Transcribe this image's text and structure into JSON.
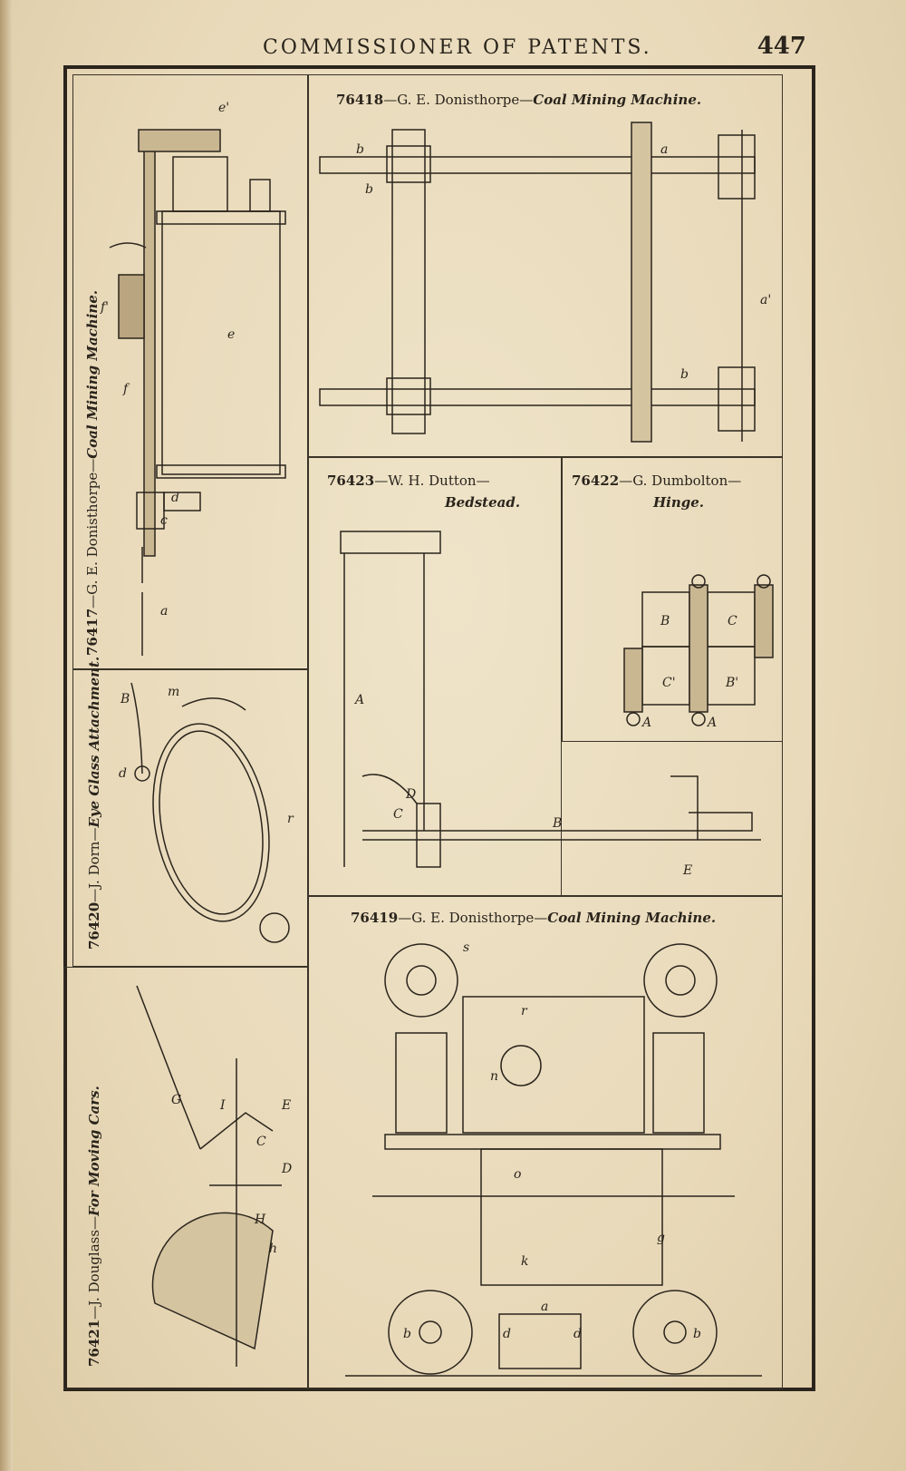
{
  "header": {
    "title": "COMMISSIONER OF PATENTS.",
    "page_number": "447"
  },
  "figures": [
    {
      "number": "76417",
      "inventor": "—G. E. Donisthorpe—",
      "subject": "Coal Mining Machine."
    },
    {
      "number": "76418",
      "inventor": "—G. E. Donisthorpe—",
      "subject": "Coal Mining Machine."
    },
    {
      "number": "76423",
      "inventor": "—W. H. Dutton—",
      "subject": "Bedstead."
    },
    {
      "number": "76422",
      "inventor": "—G. Dumbolton—",
      "subject": "Hinge."
    },
    {
      "number": "76420",
      "inventor": "—J. Dorn—",
      "subject": "Eye Glass Attachment."
    },
    {
      "number": "76419",
      "inventor": "—G. E. Donisthorpe—",
      "subject": "Coal Mining Machine."
    },
    {
      "number": "76421",
      "inventor": "—J. Douglass—",
      "subject": "For Moving Cars."
    }
  ],
  "labels": {
    "fig76417": [
      "e'",
      "f'",
      "e",
      "f",
      "d",
      "c",
      "a"
    ],
    "fig76418": [
      "b",
      "a",
      "b",
      "a'",
      "b"
    ],
    "fig76423": [
      "A",
      "D",
      "C",
      "B",
      "E"
    ],
    "fig76422": [
      "B",
      "C",
      "C'",
      "B'",
      "A",
      "A"
    ],
    "fig76420": [
      "m",
      "B",
      "d",
      "r"
    ],
    "fig76419": [
      "s",
      "r",
      "n",
      "o",
      "g",
      "k",
      "a",
      "b",
      "b",
      "d",
      "d"
    ],
    "fig76421": [
      "G",
      "I",
      "C",
      "E",
      "D",
      "H",
      "h"
    ]
  },
  "colors": {
    "paper": "#e9dcc0",
    "ink": "#2a241c"
  }
}
